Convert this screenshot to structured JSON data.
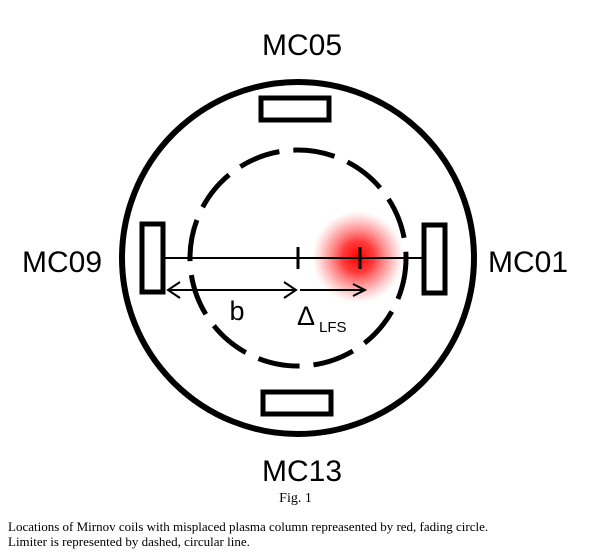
{
  "coils": {
    "top": "MC05",
    "right": "MC01",
    "bottom": "MC13",
    "left": "MC09"
  },
  "dimensions": {
    "minor_radius": "b",
    "shift_symbol": "Δ",
    "shift_subscript": "LFS"
  },
  "figure_label": "Fig. 1",
  "caption": {
    "line1": "Locations of Mirnov coils with misplaced plasma column repreasented by red, fading circle.",
    "line2": "Limiter is represented by dashed, circular line."
  },
  "colors": {
    "plasma": "#ff0000",
    "stroke": "#000000",
    "background": "#ffffff"
  }
}
